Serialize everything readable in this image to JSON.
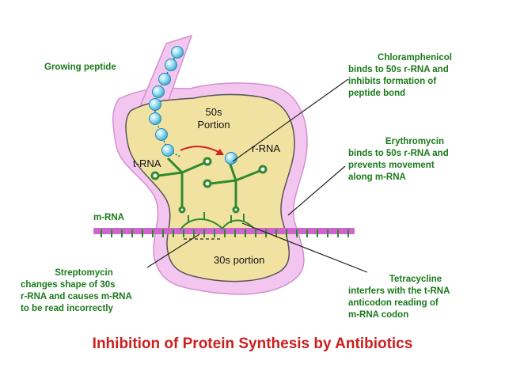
{
  "title": "Inhibition of Protein Synthesis by Antibiotics",
  "labels": {
    "growing_peptide": "Growing peptide",
    "portion_50s": [
      "50s",
      "Portion"
    ],
    "rrna": "r-RNA",
    "trna": "t-RNA",
    "mrna": "m-RNA",
    "portion_30s": "30s portion"
  },
  "notes": {
    "chloramphenicol": [
      "Chloramphenicol",
      "binds to 50s r-RNA and",
      "inhibits formation of",
      "peptide bond"
    ],
    "erythromycin": [
      "Erythromycin",
      "binds to 50s r-RNA and",
      "prevents movement",
      "along m-RNA"
    ],
    "streptomycin": [
      "Streptomycin",
      "changes shape of 30s",
      "r-RNA and causes m-RNA",
      "to be read incorrectly"
    ],
    "tetracycline": [
      "Tetracycline",
      "interfers with the t-RNA",
      "anticodon reading of",
      "m-RNA codon"
    ]
  },
  "colors": {
    "ribosome_outer": "#f3c6f0",
    "ribosome_inner": "#f2e2a2",
    "trna": "#2f8a2f",
    "mrna": "#cc66cc",
    "bead": "#7fd4ee",
    "arrow": "#d42020",
    "label_text": "#1a7a1a",
    "title": "#cc1f1f"
  }
}
